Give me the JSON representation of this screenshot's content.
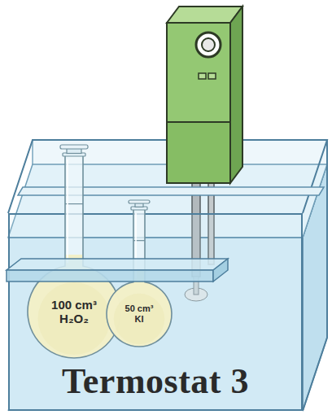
{
  "diagram": {
    "nodes": [
      {
        "text": [
          "Termostat 3"
        ]
      },
      {
        "text": [
          "100 cm³ H₂O₂"
        ],
        "in": 0
      },
      {
        "text": [
          "50 cm³ KI"
        ],
        "in": 0
      }
    ]
  }
}
